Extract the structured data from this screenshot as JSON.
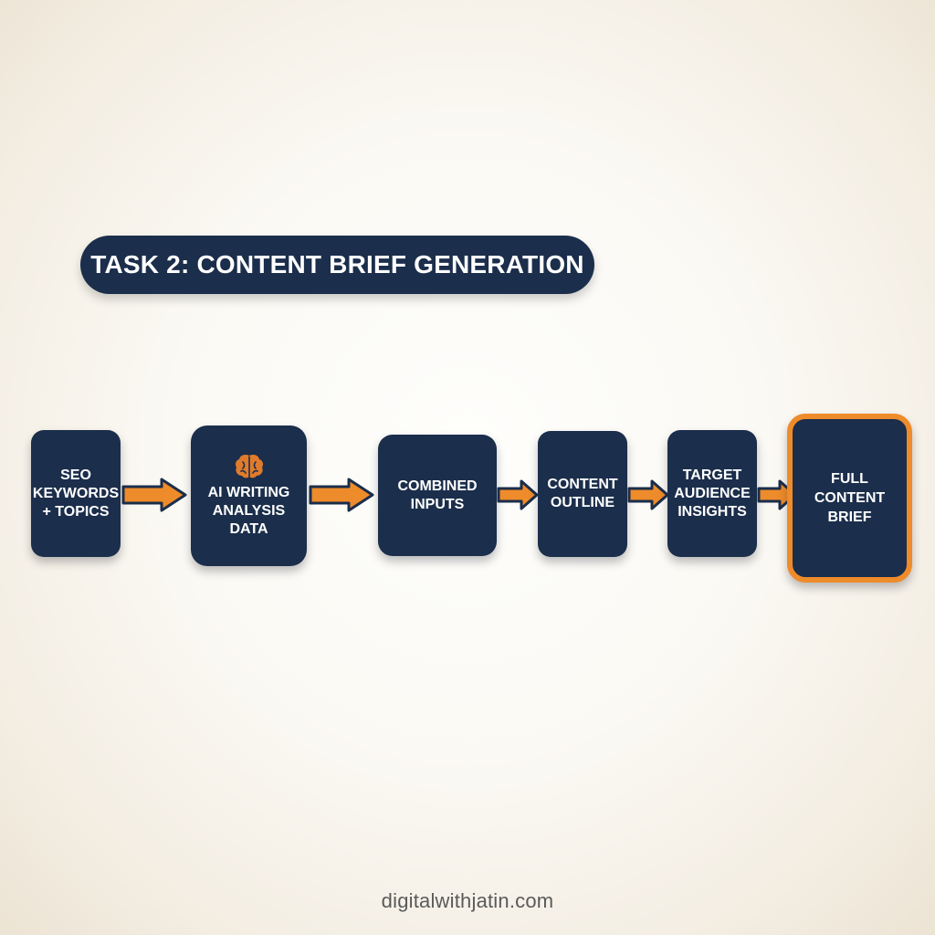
{
  "title": "TASK 2: CONTENT BRIEF GENERATION",
  "nodes": [
    {
      "lines": [
        "SEO",
        "KEYWORDS",
        "+ TOPICS"
      ]
    },
    {
      "lines": [
        "AI WRITING",
        "ANALYSIS",
        "DATA"
      ],
      "icon": "brain-icon"
    },
    {
      "lines": [
        "COMBINED",
        "INPUTS"
      ]
    },
    {
      "lines": [
        "CONTENT",
        "OUTLINE"
      ]
    },
    {
      "lines": [
        "TARGET",
        "AUDIENCE",
        "INSIGHTS"
      ]
    },
    {
      "lines": [
        "FULL",
        "CONTENT",
        "BRIEF"
      ]
    }
  ],
  "footer": "digitalwithjatin.com",
  "colors": {
    "node_fill": "#1b2e4b",
    "accent": "#ee8b2a",
    "text": "#ffffff"
  }
}
